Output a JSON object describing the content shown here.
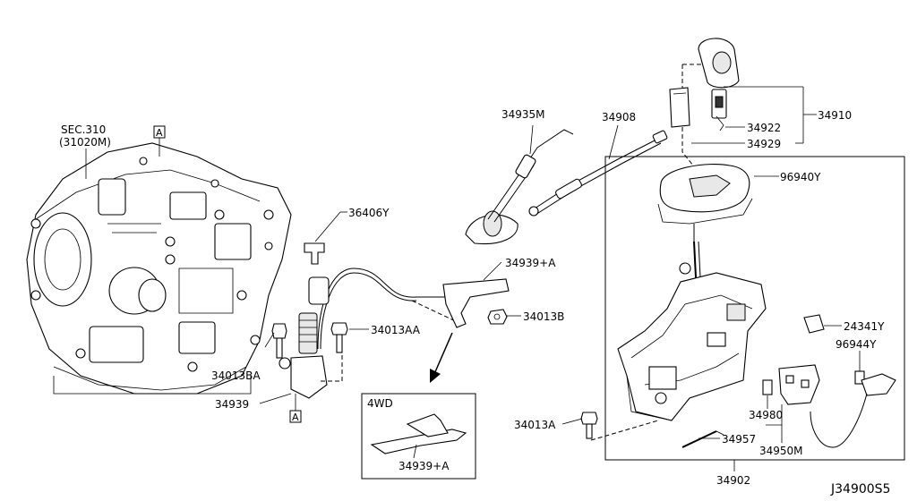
{
  "labels": {
    "sec_line1": "SEC.310",
    "sec_line2": "(31020M)",
    "ref_a_top": "A",
    "ref_a_bottom": "A",
    "p36406Y": "36406Y",
    "p34935M": "34935M",
    "p34908": "34908",
    "p34922": "34922",
    "p34910": "34910",
    "p34929": "34929",
    "p96940Y": "96940Y",
    "p34939A_top": "34939+A",
    "p34013B": "34013B",
    "p34013AA": "34013AA",
    "p34013BA": "34013BA",
    "p34939": "34939",
    "p24341Y": "24341Y",
    "p96944Y": "96944Y",
    "p34980": "34980",
    "p34957": "34957",
    "p34950M": "34950M",
    "p34013A": "34013A",
    "p34902": "34902",
    "fwd_title": "4WD",
    "p34939A_box": "34939+A",
    "diagram_code": "J34900S5"
  }
}
